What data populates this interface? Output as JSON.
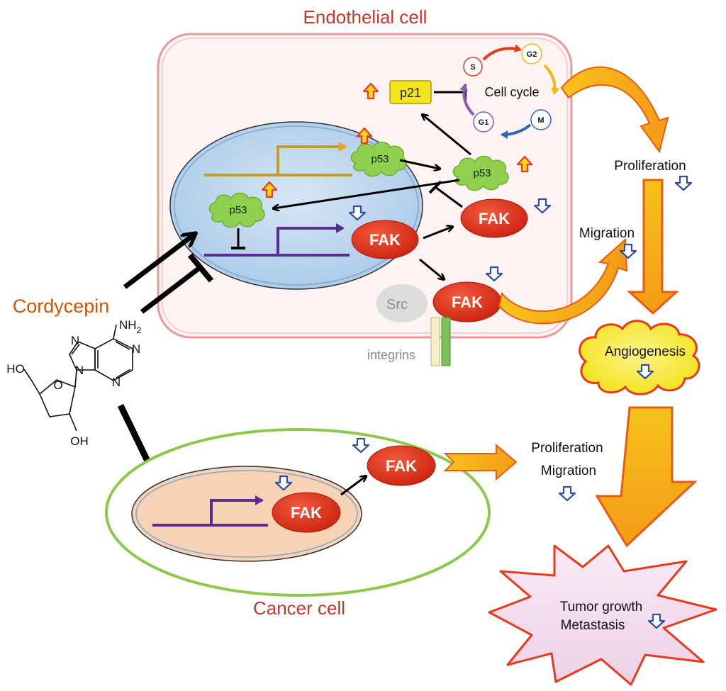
{
  "labels": {
    "endothelial_cell": "Endothelial cell",
    "cancer_cell": "Cancer cell",
    "cordycepin": "Cordycepin",
    "cell_cycle": "Cell cycle",
    "p21": "p21",
    "p53": "p53",
    "fak": "FAK",
    "src": "Src",
    "integrins": "integrins",
    "proliferation": "Proliferation",
    "migration": "Migration",
    "angiogenesis": "Angiogenesis",
    "cancer_proliferation": "Proliferation",
    "cancer_migration": "Migration",
    "tumor_growth": "Tumor growth",
    "metastasis": "Metastasis"
  },
  "cell_cycle_phases": [
    "S",
    "G2",
    "M",
    "G1"
  ],
  "chemical": {
    "nh2": "NH",
    "nh2_sub": "2",
    "ho": "HO",
    "oh": "OH",
    "o": "O",
    "n_atoms": [
      "N",
      "N",
      "N",
      "N"
    ]
  },
  "colors": {
    "fak_red": "#e2321e",
    "p53_green": "#8fd14f",
    "p21_yellow": "#f2e51a",
    "nucleus_blue": "#bcd7ee",
    "cancer_nucleus": "#f7d2b5",
    "up_arrow_fill": "#f6d31f",
    "up_arrow_stroke": "#e8391b",
    "down_arrow_stroke": "#2f4f9e",
    "big_arrow_fill": "#f6ad1a",
    "big_arrow_stroke": "#e85a15",
    "endothelial_border": "#e89a9a",
    "cancer_border": "#8cc94a",
    "title_red": "#c0392b",
    "cordycepin_orange": "#d35400"
  }
}
